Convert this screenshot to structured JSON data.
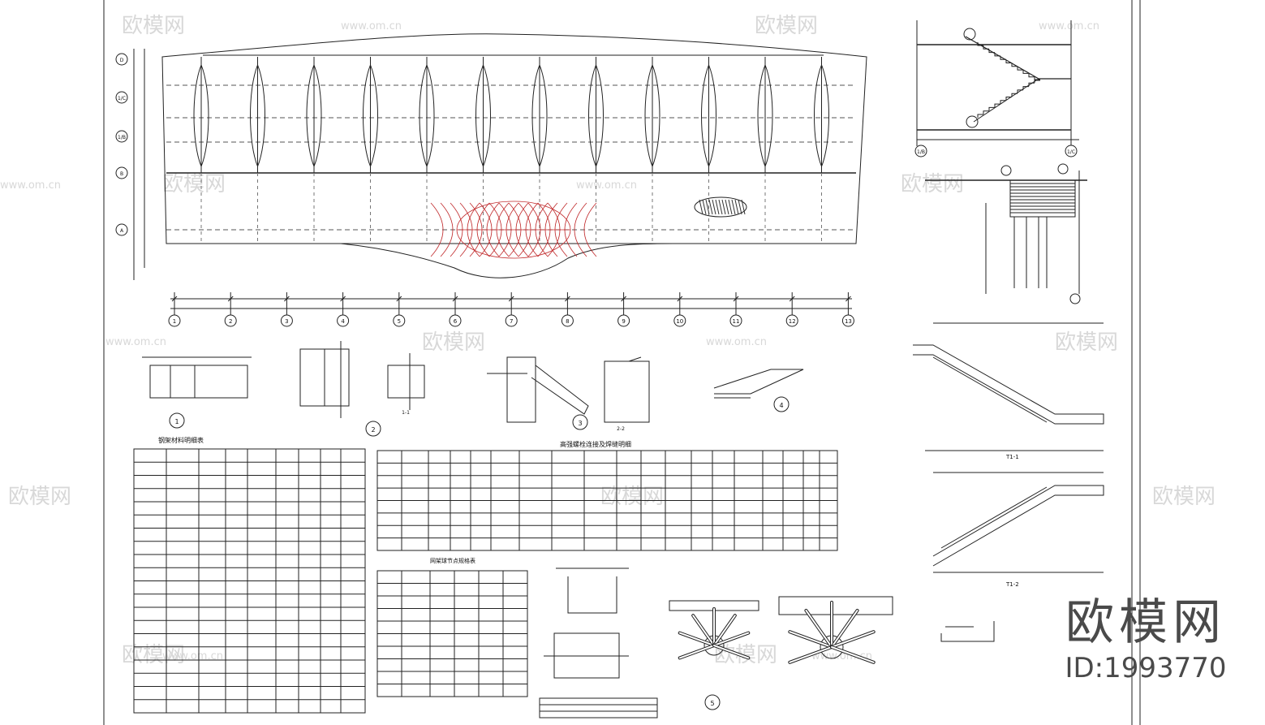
{
  "watermark": {
    "brand": "欧模网",
    "url": "www.om.cn"
  },
  "brand_mark": {
    "name": "欧模网",
    "id": "ID:1993770"
  },
  "plan": {
    "grid_axes_bottom": [
      "1",
      "2",
      "3",
      "4",
      "5",
      "6",
      "7",
      "8",
      "9",
      "10",
      "11",
      "12",
      "13"
    ],
    "grid_axes_left": [
      "D",
      "1/C",
      "1/B",
      "B",
      "A"
    ]
  },
  "stair_section": {
    "axes": [
      "1/B",
      "1/C"
    ]
  },
  "details": {
    "callouts": [
      "1",
      "2",
      "3",
      "4",
      "5",
      "1-1",
      "2-2"
    ]
  },
  "sections": {
    "t1": "T1-1",
    "t2": "T1-2"
  },
  "tables": {
    "member_table_title": "钢架材料明细表",
    "member_rows": 19,
    "weld_table_title": "高强螺栓连接及焊缝明细",
    "ball_table_title": "网架球节点规格表",
    "ball_rows": 9
  }
}
